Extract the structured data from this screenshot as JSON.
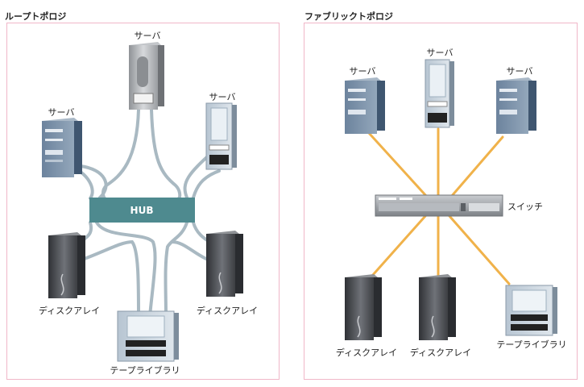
{
  "left": {
    "title": "ループトポロジ",
    "hub_label": "HUB",
    "labels": {
      "server_top": "サーバ",
      "server_left": "サーバ",
      "server_right": "サーバ",
      "disk_left": "ディスクアレイ",
      "disk_right": "ディスクアレイ",
      "tape": "テープライブラリ"
    }
  },
  "right": {
    "title": "ファブリックトポロジ",
    "switch_label": "スイッチ",
    "labels": {
      "server_left": "サーバ",
      "server_center": "サーバ",
      "server_right": "サーバ",
      "disk_left": "ディスクアレイ",
      "disk_center": "ディスクアレイ",
      "tape": "テープライブラリ"
    }
  },
  "colors": {
    "border": "#f0b7c8",
    "hub": "#4e8a8f",
    "loop_cable": "#a9b9c2",
    "fabric_cable": "#f0b24a"
  }
}
